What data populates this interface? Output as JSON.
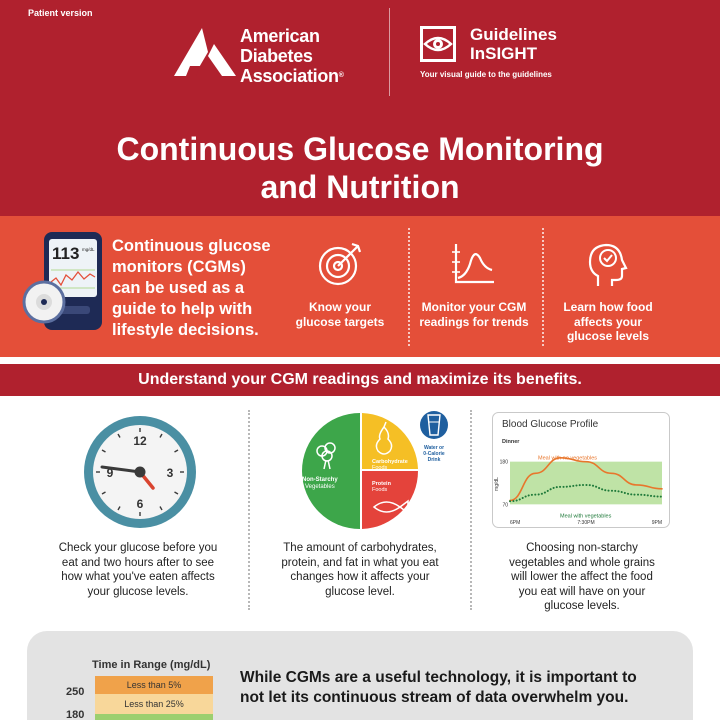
{
  "header": {
    "patient_version": "Patient version",
    "ada_lines": [
      "American",
      "Diabetes",
      "Association"
    ],
    "reg_mark": "®",
    "gi_lines": [
      "Guidelines",
      "InSIGHT"
    ],
    "gi_subtitle": "Your visual guide to the guidelines",
    "title_lines": [
      "Continuous Glucose Monitoring",
      "and Nutrition"
    ]
  },
  "band": {
    "intro_lines": [
      "Continuous glucose",
      "monitors (CGMs)",
      "can be used as a",
      "guide to help with",
      "lifestyle decisions."
    ],
    "meter_reading": "113",
    "meter_unit": "mg/dL",
    "features": [
      {
        "icon": "target-icon",
        "lines": [
          "Know your",
          "glucose targets"
        ]
      },
      {
        "icon": "trend-chart-icon",
        "lines": [
          "Monitor your CGM",
          "readings for trends"
        ]
      },
      {
        "icon": "head-check-icon",
        "lines": [
          "Learn how food",
          "affects your",
          "glucose levels"
        ]
      }
    ]
  },
  "redbar": {
    "text": "Understand your CGM readings and maximize its benefits."
  },
  "columns": [
    {
      "clock_numbers": [
        "12",
        "3",
        "6",
        "9"
      ],
      "text_lines": [
        "Check your glucose before you",
        "eat and two hours after to see",
        "how what you've eaten affects",
        "your glucose levels."
      ]
    },
    {
      "plate_labels": {
        "veg": [
          "Non-Starchy",
          "Vegetables"
        ],
        "carb": [
          "Carbohydrate",
          "Foods"
        ],
        "protein": [
          "Protein",
          "Foods"
        ],
        "water": [
          "Water or",
          "0-Calorie",
          "Drink"
        ]
      },
      "text_lines": [
        "The amount of carbohydrates,",
        "protein, and fat in what you eat",
        "changes how it affects your",
        "glucose level."
      ]
    },
    {
      "text_lines": [
        "Choosing non-starchy",
        "vegetables and whole grains",
        "will lower the affect the food",
        "you eat will have on your",
        "glucose levels."
      ]
    }
  ],
  "chart_data": {
    "type": "line",
    "title": "Blood Glucose Profile",
    "subtitle": "Dinner",
    "ylabel": "mg/dL",
    "x_ticks": [
      "6PM",
      "7:30PM",
      "9PM"
    ],
    "y_ticks": [
      70,
      180
    ],
    "ylim": [
      40,
      210
    ],
    "target_range": [
      70,
      180
    ],
    "series": [
      {
        "name": "Meal with no vegetables",
        "color": "#e8762c",
        "style": "solid",
        "x": [
          0,
          0.5,
          1,
          1.5,
          2,
          2.5,
          3
        ],
        "y": [
          80,
          150,
          190,
          180,
          150,
          120,
          110
        ]
      },
      {
        "name": "Meal with vegetables",
        "color": "#1f7a3a",
        "style": "dotted",
        "x": [
          0,
          0.5,
          1,
          1.5,
          2,
          2.5,
          3
        ],
        "y": [
          78,
          95,
          115,
          120,
          105,
          95,
          90
        ]
      }
    ]
  },
  "bottom": {
    "tir_title": "Time in Range (mg/dL)",
    "tir_rows": [
      {
        "label": "Less than 5%",
        "color": "#f0a24a"
      },
      {
        "label": "Less than 25%",
        "color": "#f8d79a"
      },
      {
        "label": "",
        "color": "#9ccf6f"
      }
    ],
    "tir_numbers": [
      "250",
      "180"
    ],
    "warning_lines": [
      "While CGMs are a useful technology, it is important to",
      "not let its continuous stream of data overwhelm you."
    ]
  }
}
